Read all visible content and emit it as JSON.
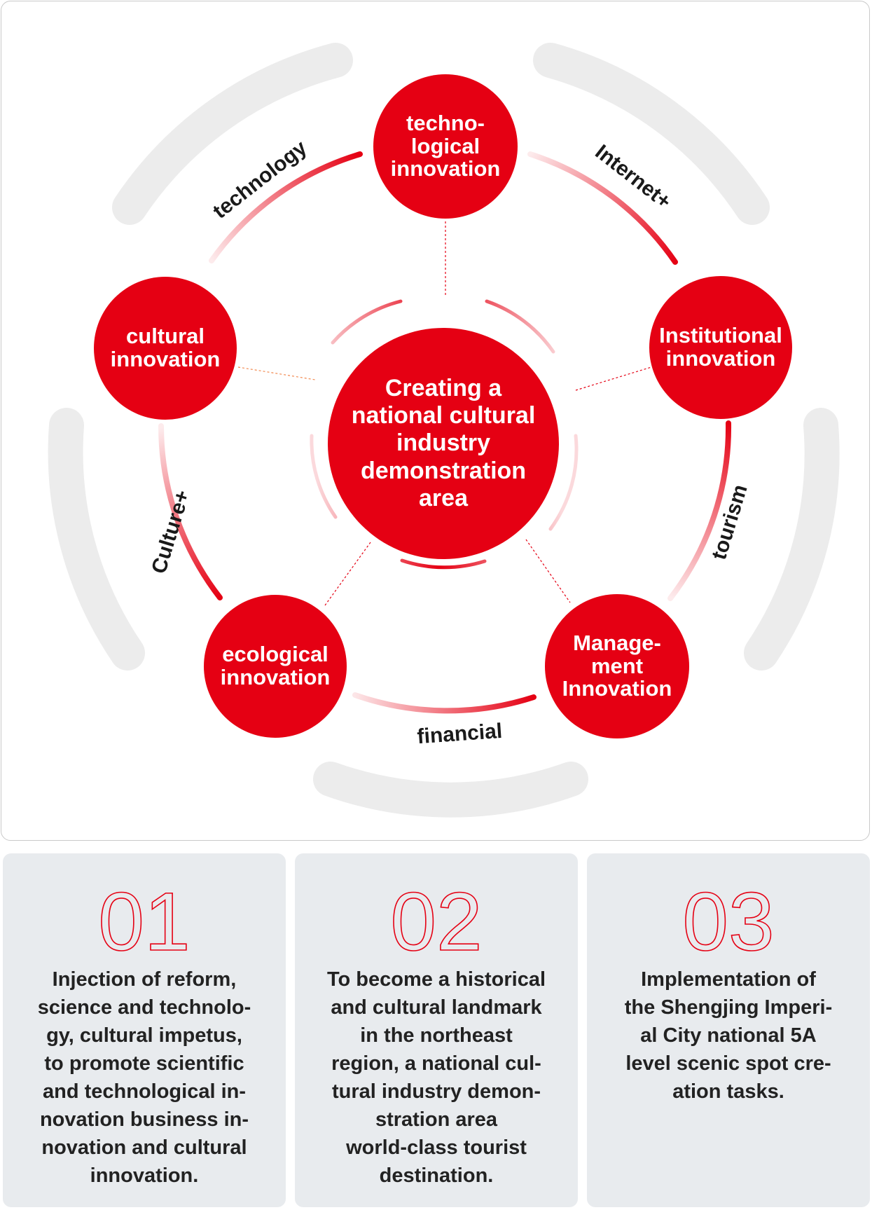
{
  "colors": {
    "accent": "#e50013",
    "ring": "#ececec",
    "card_bg": "#e8ebee",
    "text": "#222222"
  },
  "diagram": {
    "center": "Creating a\nnational cultural\nindustry\ndemonstration\narea",
    "nodes": {
      "technological": "techno-\nlogical\ninnovation",
      "institutional": "Institutional\ninnovation",
      "management": "Manage-\nment\nInnovation",
      "ecological": "ecological\ninnovation",
      "cultural": "cultural\ninnovation"
    },
    "links": {
      "technology": "technology",
      "internet": "Internet+",
      "tourism": "tourism",
      "financial": "financial",
      "culture": "Culture+"
    }
  },
  "cards": [
    {
      "number": "01",
      "text": "Injection of reform,\nscience and technolo-\ngy, cultural impetus,\nto promote scientific\nand technological in-\nnovation business in-\nnovation and cultural\ninnovation."
    },
    {
      "number": "02",
      "text": "To become a historical\nand cultural landmark\nin the northeast\nregion, a national cul-\ntural industry demon-\nstration area\nworld-class tourist\ndestination."
    },
    {
      "number": "03",
      "text": "Implementation of\nthe Shengjing Imperi-\nal City national 5A\nlevel scenic spot cre-\nation tasks."
    }
  ]
}
